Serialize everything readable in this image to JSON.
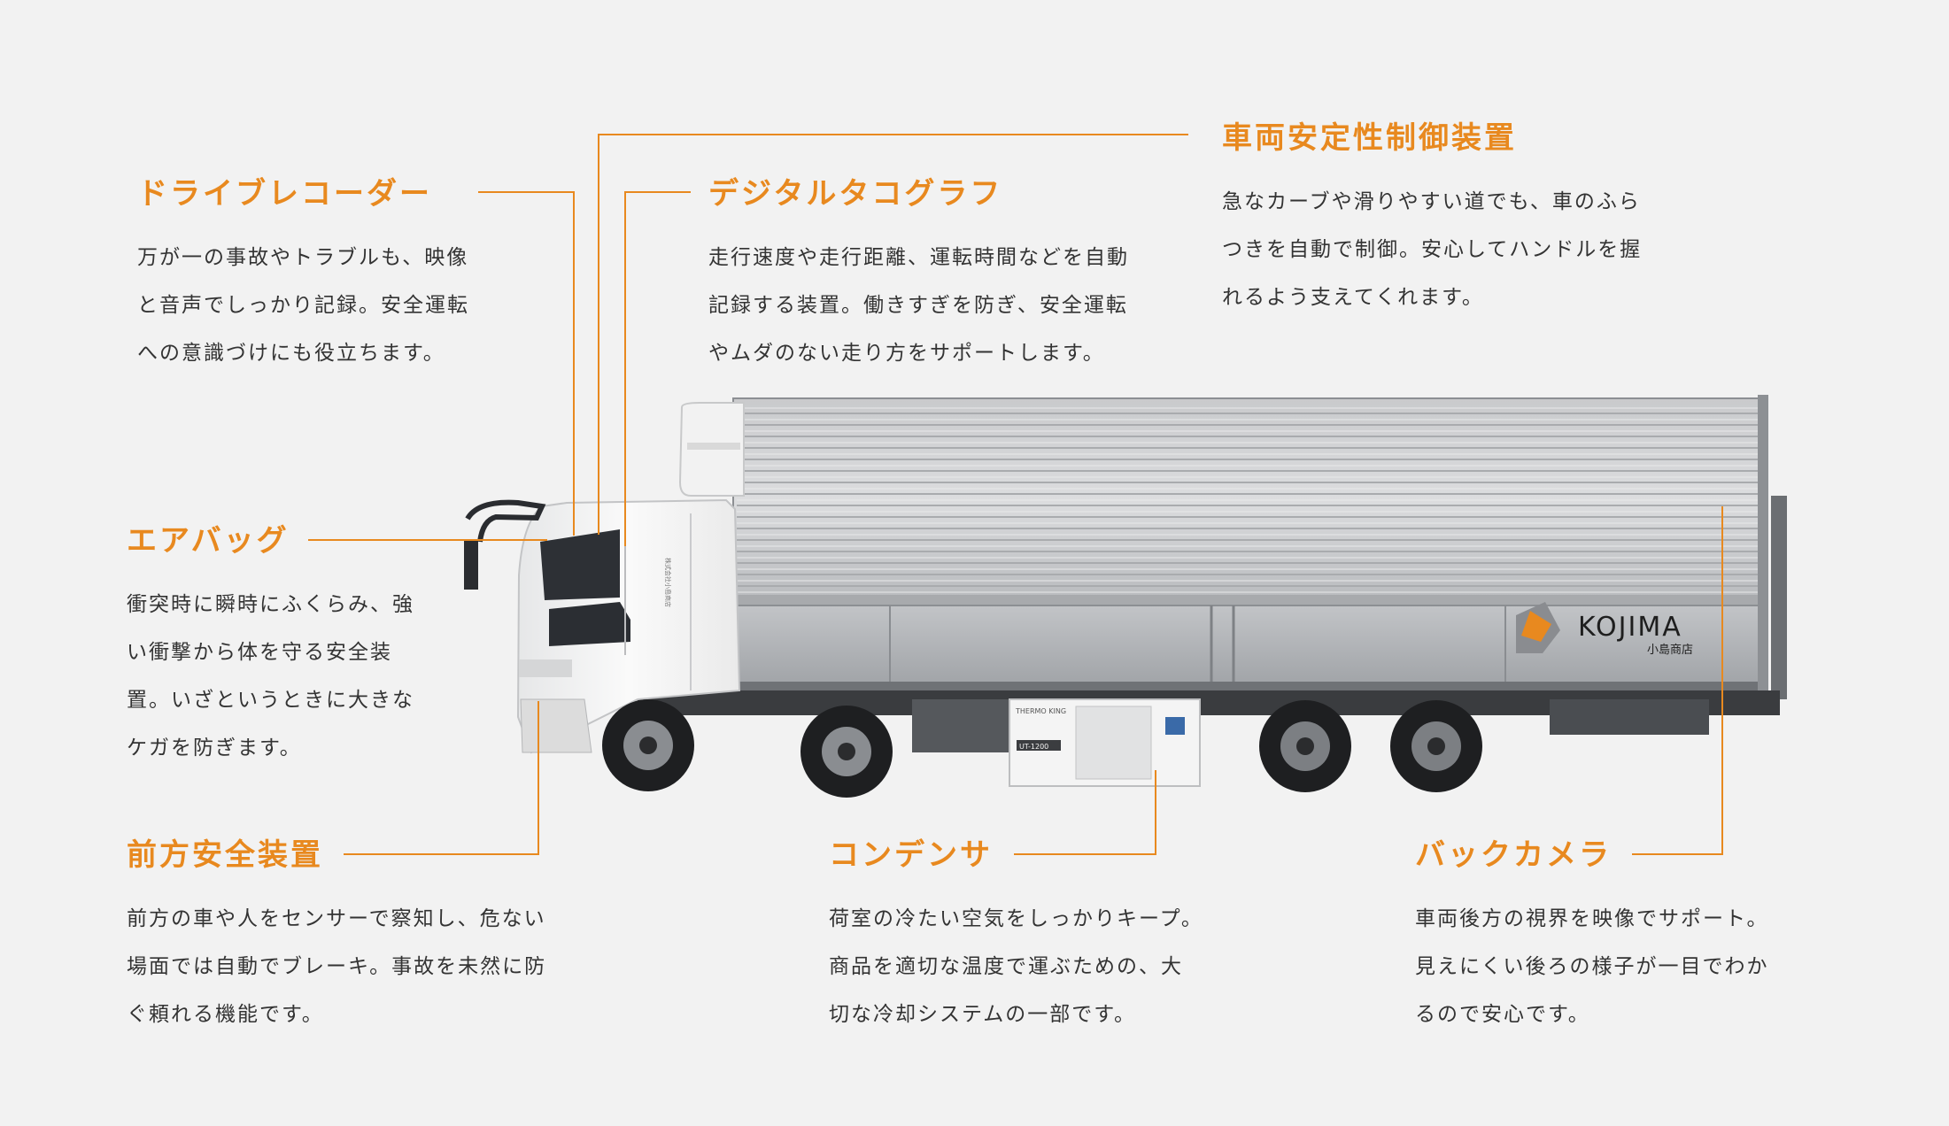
{
  "features": {
    "drive_recorder": {
      "title": "ドライブレコーダー",
      "description": "万が一の事故やトラブルも、映像\nと音声でしっかり記録。安全運転\nへの意識づけにも役立ちます。"
    },
    "digital_tachograph": {
      "title": "デジタルタコグラフ",
      "description": "走行速度や走行距離、運転時間などを自動\n記録する装置。働きすぎを防ぎ、安全運転\nやムダのない走り方をサポートします。"
    },
    "stability_control": {
      "title": "車両安定性制御装置",
      "description": "急なカーブや滑りやすい道でも、車のふら\nつきを自動で制御。安心してハンドルを握\nれるよう支えてくれます。"
    },
    "airbag": {
      "title": "エアバッグ",
      "description": "衝突時に瞬時にふくらみ、強\nい衝撃から体を守る安全装\n置。いざというときに大きな\nケガを防ぎます。"
    },
    "forward_safety": {
      "title": "前方安全装置",
      "description": "前方の車や人をセンサーで察知し、危ない\n場面では自動でブレーキ。事故を未然に防\nぐ頼れる機能です。"
    },
    "condenser": {
      "title": "コンデンサ",
      "description": "荷室の冷たい空気をしっかりキープ。\n商品を適切な温度で運ぶための、大\n切な冷却システムの一部です。"
    },
    "back_camera": {
      "title": "バックカメラ",
      "description": "車両後方の視界を映像でサポート。\n見えにくい後ろの様子が一目でわか\nるので安心です。"
    }
  },
  "truck": {
    "brand_name": "KOJIMA",
    "brand_sub": "小島商店",
    "unit_brand": "THERMO KING",
    "unit_model": "UT-1200",
    "cab_label": "株式会社小島商店"
  },
  "colors": {
    "accent": "#e8891f",
    "text": "#333333",
    "background": "#f2f2f2"
  }
}
